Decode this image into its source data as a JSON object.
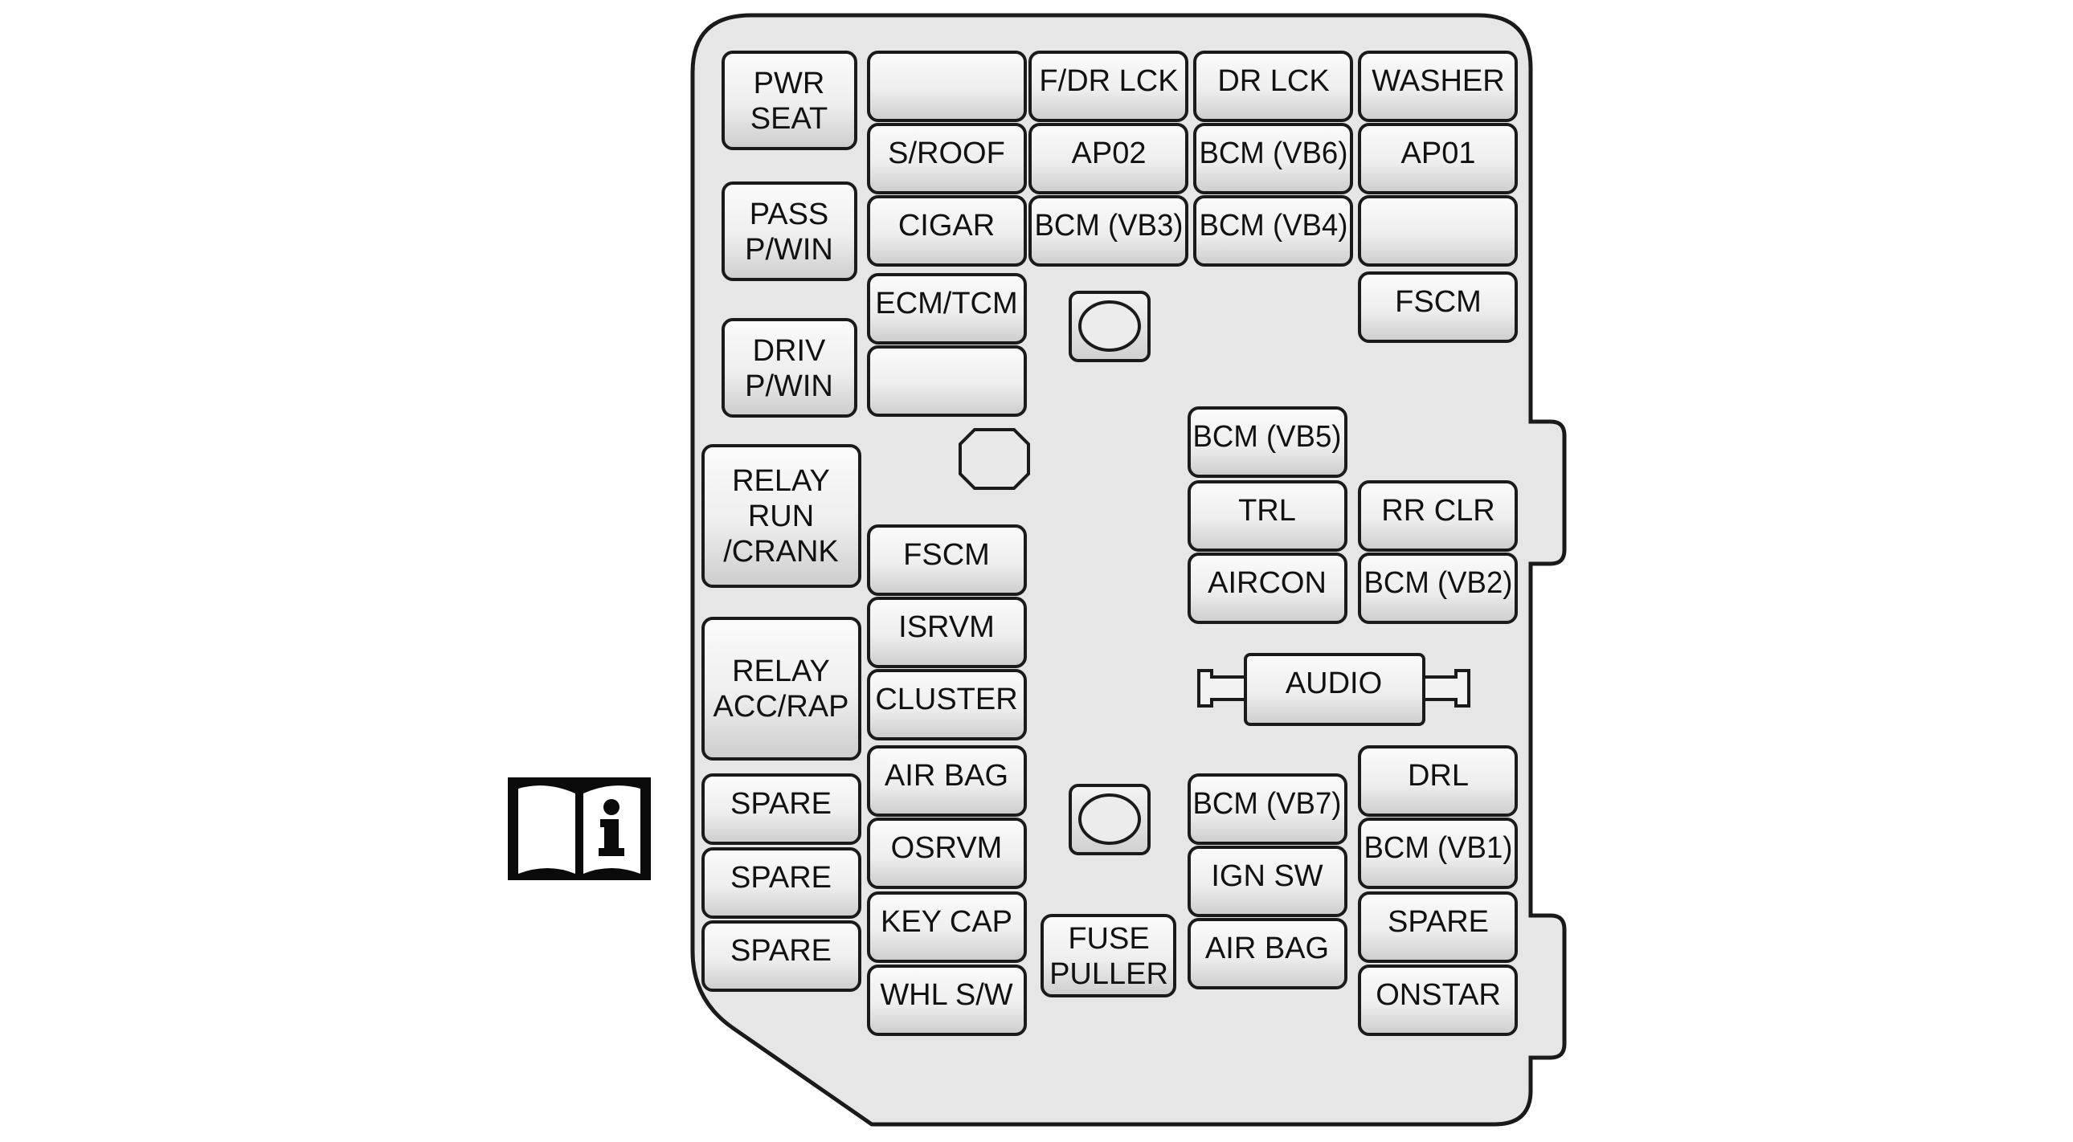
{
  "panel": {
    "colors": {
      "housing_fill": "#e6e6e6",
      "outline": "#1a1a1a",
      "fuse_light": "#fbfbfb",
      "fuse_dark": "#cdcdcd",
      "label": "#111111"
    },
    "info_icon": "manual-info-icon",
    "fuses": {
      "pwr_seat": "PWR\nSEAT",
      "pass_pwin": "PASS\nP/WIN",
      "driv_pwin": "DRIV\nP/WIN",
      "relay_run_crank": "RELAY\nRUN\n/CRANK",
      "relay_acc_rap": "RELAY\nACC/RAP",
      "spare_left_1": "SPARE",
      "spare_left_2": "SPARE",
      "spare_left_3": "SPARE",
      "blank_1": "",
      "s_roof": "S/ROOF",
      "cigar": "CIGAR",
      "ecm_tcm": "ECM/TCM",
      "blank_2": "",
      "fscm_mid": "FSCM",
      "isrvm": "ISRVM",
      "cluster": "CLUSTER",
      "air_bag_1": "AIR BAG",
      "osrvm": "OSRVM",
      "key_cap": "KEY CAP",
      "whl_sw": "WHL S/W",
      "f_dr_lck": "F/DR LCK",
      "ap02": "AP02",
      "bcm_vb3": "BCM (VB3)",
      "fuse_puller": "FUSE\nPULLER",
      "dr_lck": "DR LCK",
      "bcm_vb6": "BCM (VB6)",
      "bcm_vb4": "BCM (VB4)",
      "bcm_vb5": "BCM (VB5)",
      "trl": "TRL",
      "aircon": "AIRCON",
      "audio": "AUDIO",
      "bcm_vb7": "BCM (VB7)",
      "ign_sw": "IGN SW",
      "air_bag_2": "AIR BAG",
      "washer": "WASHER",
      "ap01": "AP01",
      "blank_3": "",
      "fscm_right": "FSCM",
      "rr_clr": "RR CLR",
      "bcm_vb2": "BCM (VB2)",
      "drl": "DRL",
      "bcm_vb1": "BCM (VB1)",
      "spare_right": "SPARE",
      "onstar": "ONSTAR"
    }
  }
}
